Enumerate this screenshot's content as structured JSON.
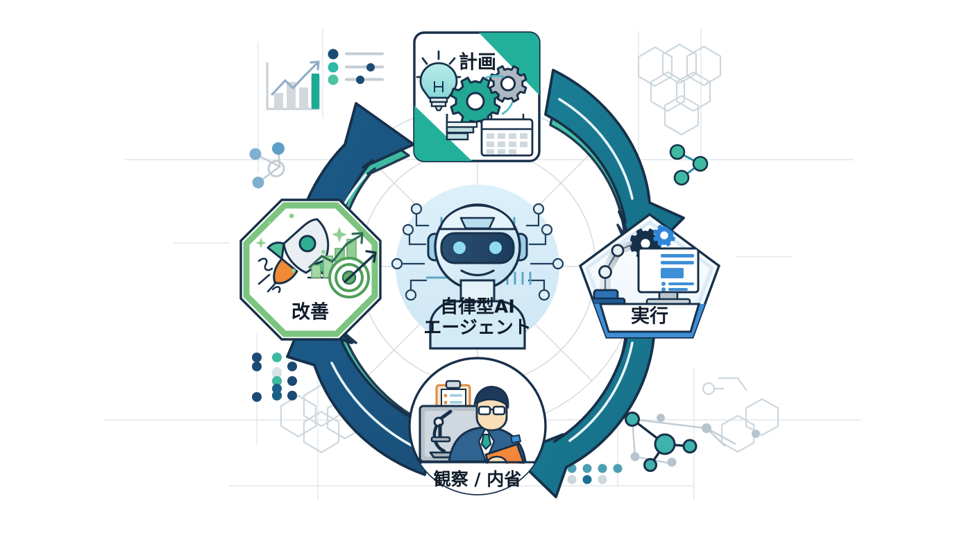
{
  "diagram": {
    "title_text_visible": false,
    "center": {
      "label_line1": "自律型AI",
      "label_line2": "エージェント",
      "icon": "robot-head-icon",
      "bg_color": "#d8ecf7",
      "label_color": "#12243a"
    },
    "nodes": [
      {
        "id": "plan",
        "label": "計画",
        "shape": "rounded-square",
        "position": "top",
        "accent_color": "#1f9e8c",
        "border_color": "#17304a",
        "icons": [
          "lightbulb-icon",
          "gear-icon",
          "gear-icon",
          "calendar-icon",
          "bar-steps-icon"
        ]
      },
      {
        "id": "execute",
        "label": "実行",
        "shape": "pentagon",
        "position": "right",
        "accent_color": "#2f7fc1",
        "border_color": "#17304a",
        "icons": [
          "robot-arm-icon",
          "gear-icon",
          "monitor-icon"
        ]
      },
      {
        "id": "observe",
        "label": "観察 / 内省",
        "shape": "circle",
        "position": "bottom",
        "accent_color": "#1b3a5c",
        "border_color": "#17304a",
        "icons": [
          "clipboard-icon",
          "microscope-icon",
          "analyst-person-icon",
          "monitor-icon"
        ]
      },
      {
        "id": "improve",
        "label": "改善",
        "shape": "octagon",
        "position": "left",
        "accent_color": "#7cc47f",
        "border_color": "#17304a",
        "icons": [
          "rocket-icon",
          "growth-bar-chart-icon",
          "target-arrow-icon",
          "sparkle-icon"
        ]
      }
    ],
    "arrows": [
      {
        "id": "improve-to-plan",
        "from": "improve",
        "to": "plan",
        "color": "#1d5480",
        "accent": "#2fb39a",
        "direction": "clockwise"
      },
      {
        "id": "plan-to-execute",
        "from": "plan",
        "to": "execute",
        "color": "#16708a",
        "accent": "#35bfa1",
        "direction": "clockwise"
      },
      {
        "id": "execute-to-observe",
        "from": "execute",
        "to": "observe",
        "color": "#16708a",
        "accent": "#35bfa1",
        "direction": "clockwise"
      },
      {
        "id": "observe-to-improve",
        "from": "observe",
        "to": "improve",
        "color": "#1d5480",
        "accent": "#35bfa1",
        "direction": "clockwise"
      }
    ],
    "background": {
      "grid_color": "#c9d4dc",
      "hexagon_color": "#ccd7de",
      "decorations": [
        "growth-chart-icon",
        "slider-list-icon",
        "hexagon-cluster-icon",
        "network-nodes-icon",
        "dot-matrix-icon",
        "circuit-line-icon"
      ]
    },
    "palette": {
      "deep_navy": "#17304a",
      "steel_blue": "#1d5480",
      "teal": "#16708a",
      "mint": "#2fb39a",
      "green": "#7cc47f",
      "light_blue": "#d8ecf7",
      "grey": "#b9c4cc",
      "white": "#ffffff",
      "orange": "#f08a34"
    }
  }
}
